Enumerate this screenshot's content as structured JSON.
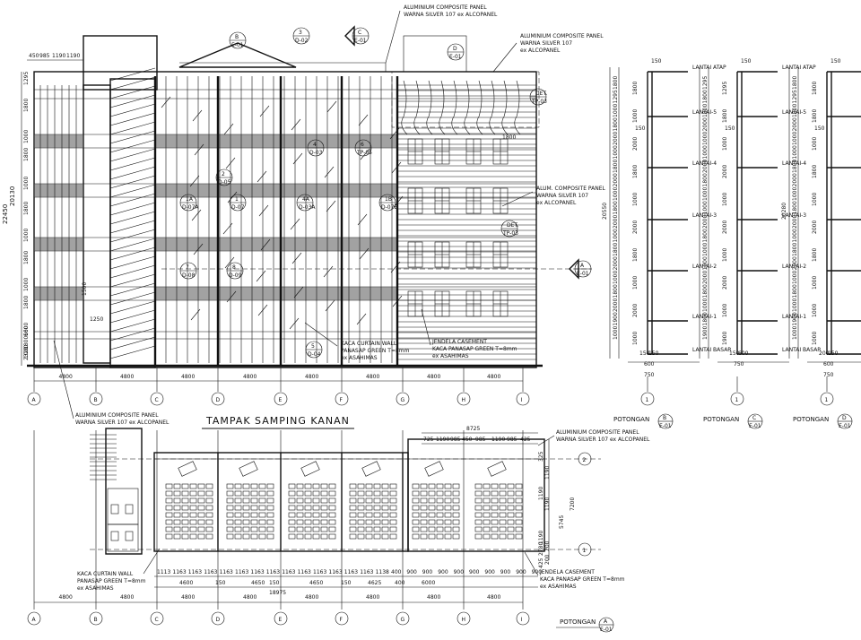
{
  "grid_labels": [
    "A",
    "B",
    "C",
    "D",
    "E",
    "F",
    "G",
    "H",
    "I"
  ],
  "elev_spacing_dims": [
    "4800",
    "4800",
    "4800",
    "4800",
    "4800",
    "4800",
    "4800",
    "4800"
  ],
  "plan_spacing_dims": [
    "4800",
    "4800",
    "4800",
    "4800",
    "4800",
    "4800",
    "4800",
    "4800"
  ],
  "elevation_title": "TAMPAK SAMPING KANAN",
  "top_dims": [
    "450",
    "985",
    "1190",
    "1190"
  ],
  "left_height_dims": [
    "1295",
    "1800",
    "1000",
    "1800",
    "1000",
    "1800",
    "1000",
    "1800",
    "1000",
    "1800",
    "1000",
    "1800",
    "1000",
    "660",
    "2320"
  ],
  "overall_dims": [
    "22450",
    "20130"
  ],
  "elev_notes": {
    "acp_top": [
      "ALUMINIUM COMPOSITE PANEL",
      "WARNA SILVER 107 ex ALCOPANEL"
    ],
    "acp_right1": [
      "ALUMINIUM COMPOSITE PANEL",
      "WARNA SILVER 107",
      "ex ALCOPANEL"
    ],
    "acp_right2": [
      "ALUM. COMPOSITE PANEL",
      "WARNA SILVER 107",
      "ex ALCOPANEL"
    ],
    "curtain": [
      "KACA CURTAIN WALL",
      "PANASAP GREEN T=8mm",
      "ex ASAHIMAS"
    ],
    "casement": [
      "JENDELA CASEMENT",
      "KACA PANASAP GREEN T=8mm",
      "ex ASAHIMAS"
    ],
    "acp_left": [
      "ALUMINIUM COMPOSITE PANEL",
      "WARNA SILVER 107 ex ALCOPANEL"
    ]
  },
  "elev_small_dims": [
    "1500",
    "1250",
    "1800"
  ],
  "elev_tags": [
    {
      "n": "3",
      "s": "D-02"
    },
    {
      "n": "C",
      "s": "E-01"
    },
    {
      "n": "B",
      "s": "E-01"
    },
    {
      "n": "D",
      "s": "E-01"
    },
    {
      "n": "DET.",
      "s": "TP-03"
    },
    {
      "n": "4",
      "s": "D-03"
    },
    {
      "n": "6",
      "s": "TP-05"
    },
    {
      "n": "2",
      "s": "D-05"
    },
    {
      "n": "1A",
      "s": "D-07A"
    },
    {
      "n": "1",
      "s": "D-07"
    },
    {
      "n": "4A",
      "s": "D-03A"
    },
    {
      "n": "1B",
      "s": "D-07B"
    },
    {
      "n": "DET.",
      "s": "TP-03"
    },
    {
      "n": "7",
      "s": "D-08"
    },
    {
      "n": "8",
      "s": "D-09"
    },
    {
      "n": "5",
      "s": "D-04"
    },
    {
      "n": "A",
      "s": "E-01"
    }
  ],
  "sections": [
    {
      "title": "POTONGAN",
      "tag": "B",
      "sheet": "E-01",
      "dims": [
        "1800",
        "1295",
        "1000",
        "1800",
        "2000",
        "1000",
        "1800",
        "2000",
        "1000",
        "1800",
        "2000",
        "1000",
        "1800",
        "2000",
        "1000",
        "1800",
        "2000",
        "1900",
        "1000"
      ],
      "total": "20550",
      "bottom": [
        "150",
        "150",
        "600",
        "750"
      ],
      "grid": "1",
      "levels": [
        "LANTAI ATAP",
        "LANTAI-5",
        "LANTAI-4",
        "LANTAI-3",
        "LANTAI-2",
        "LANTAI-1",
        "LANTAI BASAR"
      ]
    },
    {
      "title": "POTONGAN",
      "tag": "C",
      "sheet": "E-01",
      "dims": [
        "1295",
        "1800",
        "1800",
        "2000",
        "1000",
        "1000",
        "2000",
        "1800",
        "1000",
        "1000",
        "2000",
        "1800",
        "1000",
        "1000",
        "2000",
        "1800",
        "1000",
        "1800",
        "1900"
      ],
      "total": "",
      "bottom": [
        "150",
        "600",
        "750"
      ],
      "grid": "1",
      "levels": [
        "LANTAI ATAP",
        "LANTAI-5",
        "LANTAI-4",
        "LANTAI-3",
        "LANTAI-2",
        "LANTAI-1",
        "LANTAI BASAR"
      ]
    },
    {
      "title": "POTONGAN",
      "tag": "D",
      "sheet": "E-01",
      "dims": [
        "1800",
        "1295",
        "1800",
        "2000",
        "1000",
        "1000",
        "1800",
        "2000",
        "1000",
        "1800",
        "2000",
        "1000",
        "1800",
        "2000",
        "1000",
        "1800",
        "1000",
        "1900",
        "1000"
      ],
      "total": "20280",
      "bottom": [
        "200",
        "150",
        "600",
        "750"
      ],
      "grid": "1",
      "levels": [
        "LANTAI ATAP",
        "LANTAI-5",
        "LANTAI-4",
        "LANTAI-3",
        "LANTAI-2",
        "LANTAI-1",
        "LANTAI BASAR"
      ]
    }
  ],
  "plan": {
    "top_dims": [
      "725",
      "1190",
      "985",
      "450",
      "985",
      "1190",
      "985",
      "425"
    ],
    "top_total": "8725",
    "bottom_dims": [
      "1113",
      "1163",
      "1163",
      "1163",
      "1163",
      "1163",
      "1163",
      "1163",
      "1163",
      "1163",
      "1163",
      "1163",
      "1163",
      "1163",
      "1138",
      "400",
      "900",
      "900",
      "900",
      "900",
      "900",
      "900",
      "900",
      "900",
      "900"
    ],
    "bottom_dims2": [
      "4600",
      "150",
      "4650",
      "150",
      "4650",
      "150",
      "4625",
      "400",
      "6000"
    ],
    "bottom_total": "18975",
    "right_dims": [
      "325",
      "1190",
      "1190",
      "1190",
      "5745",
      "7200",
      "1190",
      "200",
      "2780",
      "200",
      "425"
    ],
    "grid_rows": [
      "2",
      "1"
    ],
    "title": "POTONGAN",
    "tag": "A",
    "sheet": "E-01",
    "notes": {
      "acp": [
        "ALUMINIUM COMPOSITE PANEL",
        "WARNA SILVER 107 ex ALCOPANEL"
      ],
      "acp_left": [
        "ALUMINIUM COMPOSITE PANEL",
        "WARNA SILVER 107 ex ALCOPANEL"
      ],
      "curtain": [
        "KACA CURTAIN WALL",
        "PANASAP GREEN T=8mm",
        "ex ASAHIMAS"
      ],
      "casement": [
        "JENDELA CASEMENT",
        "KACA PANASAP GREEN T=8mm",
        "ex ASAHIMAS"
      ]
    }
  }
}
